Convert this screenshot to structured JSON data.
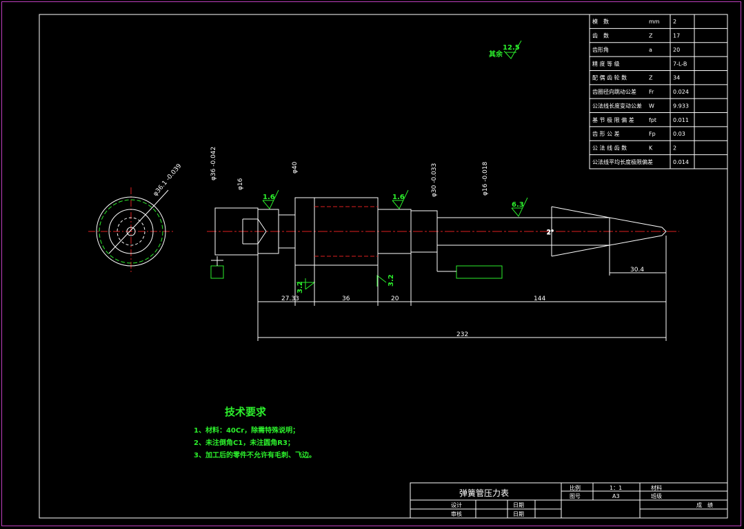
{
  "params": [
    {
      "name": "模　数",
      "sym": "mm",
      "val": "2"
    },
    {
      "name": "齿　数",
      "sym": "Z",
      "val": "17"
    },
    {
      "name": "齿形角",
      "sym": "a",
      "val": "20"
    },
    {
      "name": "精 度 等 级",
      "sym": "",
      "val": "7-L-B"
    },
    {
      "name": "配 偶 齿 轮 数",
      "sym": "Z",
      "val": "34"
    },
    {
      "name": "齿圈径向跳动公差",
      "sym": "Fr",
      "val": "0.024"
    },
    {
      "name": "公法线长度变动公差",
      "sym": "W",
      "val": "9.933"
    },
    {
      "name": "基 节 极 限 偏 差",
      "sym": "fpt",
      "val": "0.011"
    },
    {
      "name": "齿 形 公 差",
      "sym": "Fp",
      "val": "0.03"
    },
    {
      "name": "公 法 线 齿 数",
      "sym": "K",
      "val": "2"
    },
    {
      "name": "公法线平均长度极限偏差",
      "sym": "",
      "val": "0.014"
    }
  ],
  "roughness": {
    "other_label": "其余",
    "other_val": "12.5",
    "r1": "1.6",
    "r2": "1.6",
    "r3": "6.3",
    "r4": "3.2",
    "r5": "3.2"
  },
  "diameters": {
    "d1": "φ36 -0.042",
    "d2": "φ16",
    "d3": "φ40",
    "d4": "φ30 -0.033",
    "d5": "φ16 -0.018",
    "d6": "φ36.1 -0.039",
    "angle": "2°"
  },
  "dims": {
    "a": "27.33",
    "b": "36",
    "c": "20",
    "d": "144",
    "e": "30.4",
    "total": "232"
  },
  "tech": {
    "title": "技术要求",
    "l1": "1、材料：40Cr，除需特殊说明；",
    "l2": "2、未注倒角C1，未注圆角R3；",
    "l3": "3、加工后的零件不允许有毛刺、飞边。"
  },
  "title_block": {
    "drawing_name": "弹簧管压力表",
    "scale_label": "比例",
    "scale_val": "1：1",
    "sheet_label": "图号",
    "sheet_val": "A3",
    "material_label": "材料",
    "grade_label": "班级",
    "design_label": "设计",
    "check_label": "审核",
    "date_label1": "日期",
    "date_label2": "日期",
    "score_label": "成　绩"
  }
}
